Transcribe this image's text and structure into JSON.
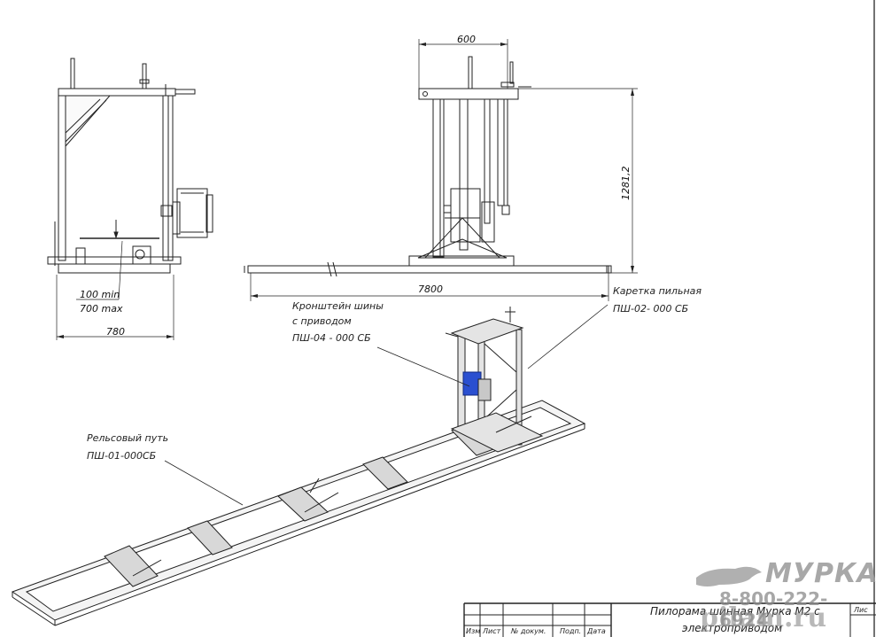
{
  "dimensions": {
    "width_600": "600",
    "height_1281": "1281,2",
    "length_7800": "7800",
    "min_100": "100 min",
    "max_700": "700 max",
    "width_780": "780"
  },
  "callouts": {
    "carriage": [
      "Каретка пильная",
      "ПШ-02- 000 СБ"
    ],
    "bracket": [
      "Кронштейн шины",
      "с приводом",
      "ПШ-04 - 000 СБ"
    ],
    "rail": [
      "Рельсовый путь",
      "ПШ-01-000СБ"
    ]
  },
  "title_block": {
    "title_line1": "Пилорама шинная Мурка М2 с",
    "title_line2": "электроприводом",
    "sheet_label": "Лис",
    "columns": [
      "Изм",
      "Лист",
      "№ докум.",
      "Подп.",
      "Дата"
    ]
  },
  "watermark": {
    "brand": "МУРКА",
    "phone": "8-800-222-6924",
    "site": "pilam.ru"
  }
}
